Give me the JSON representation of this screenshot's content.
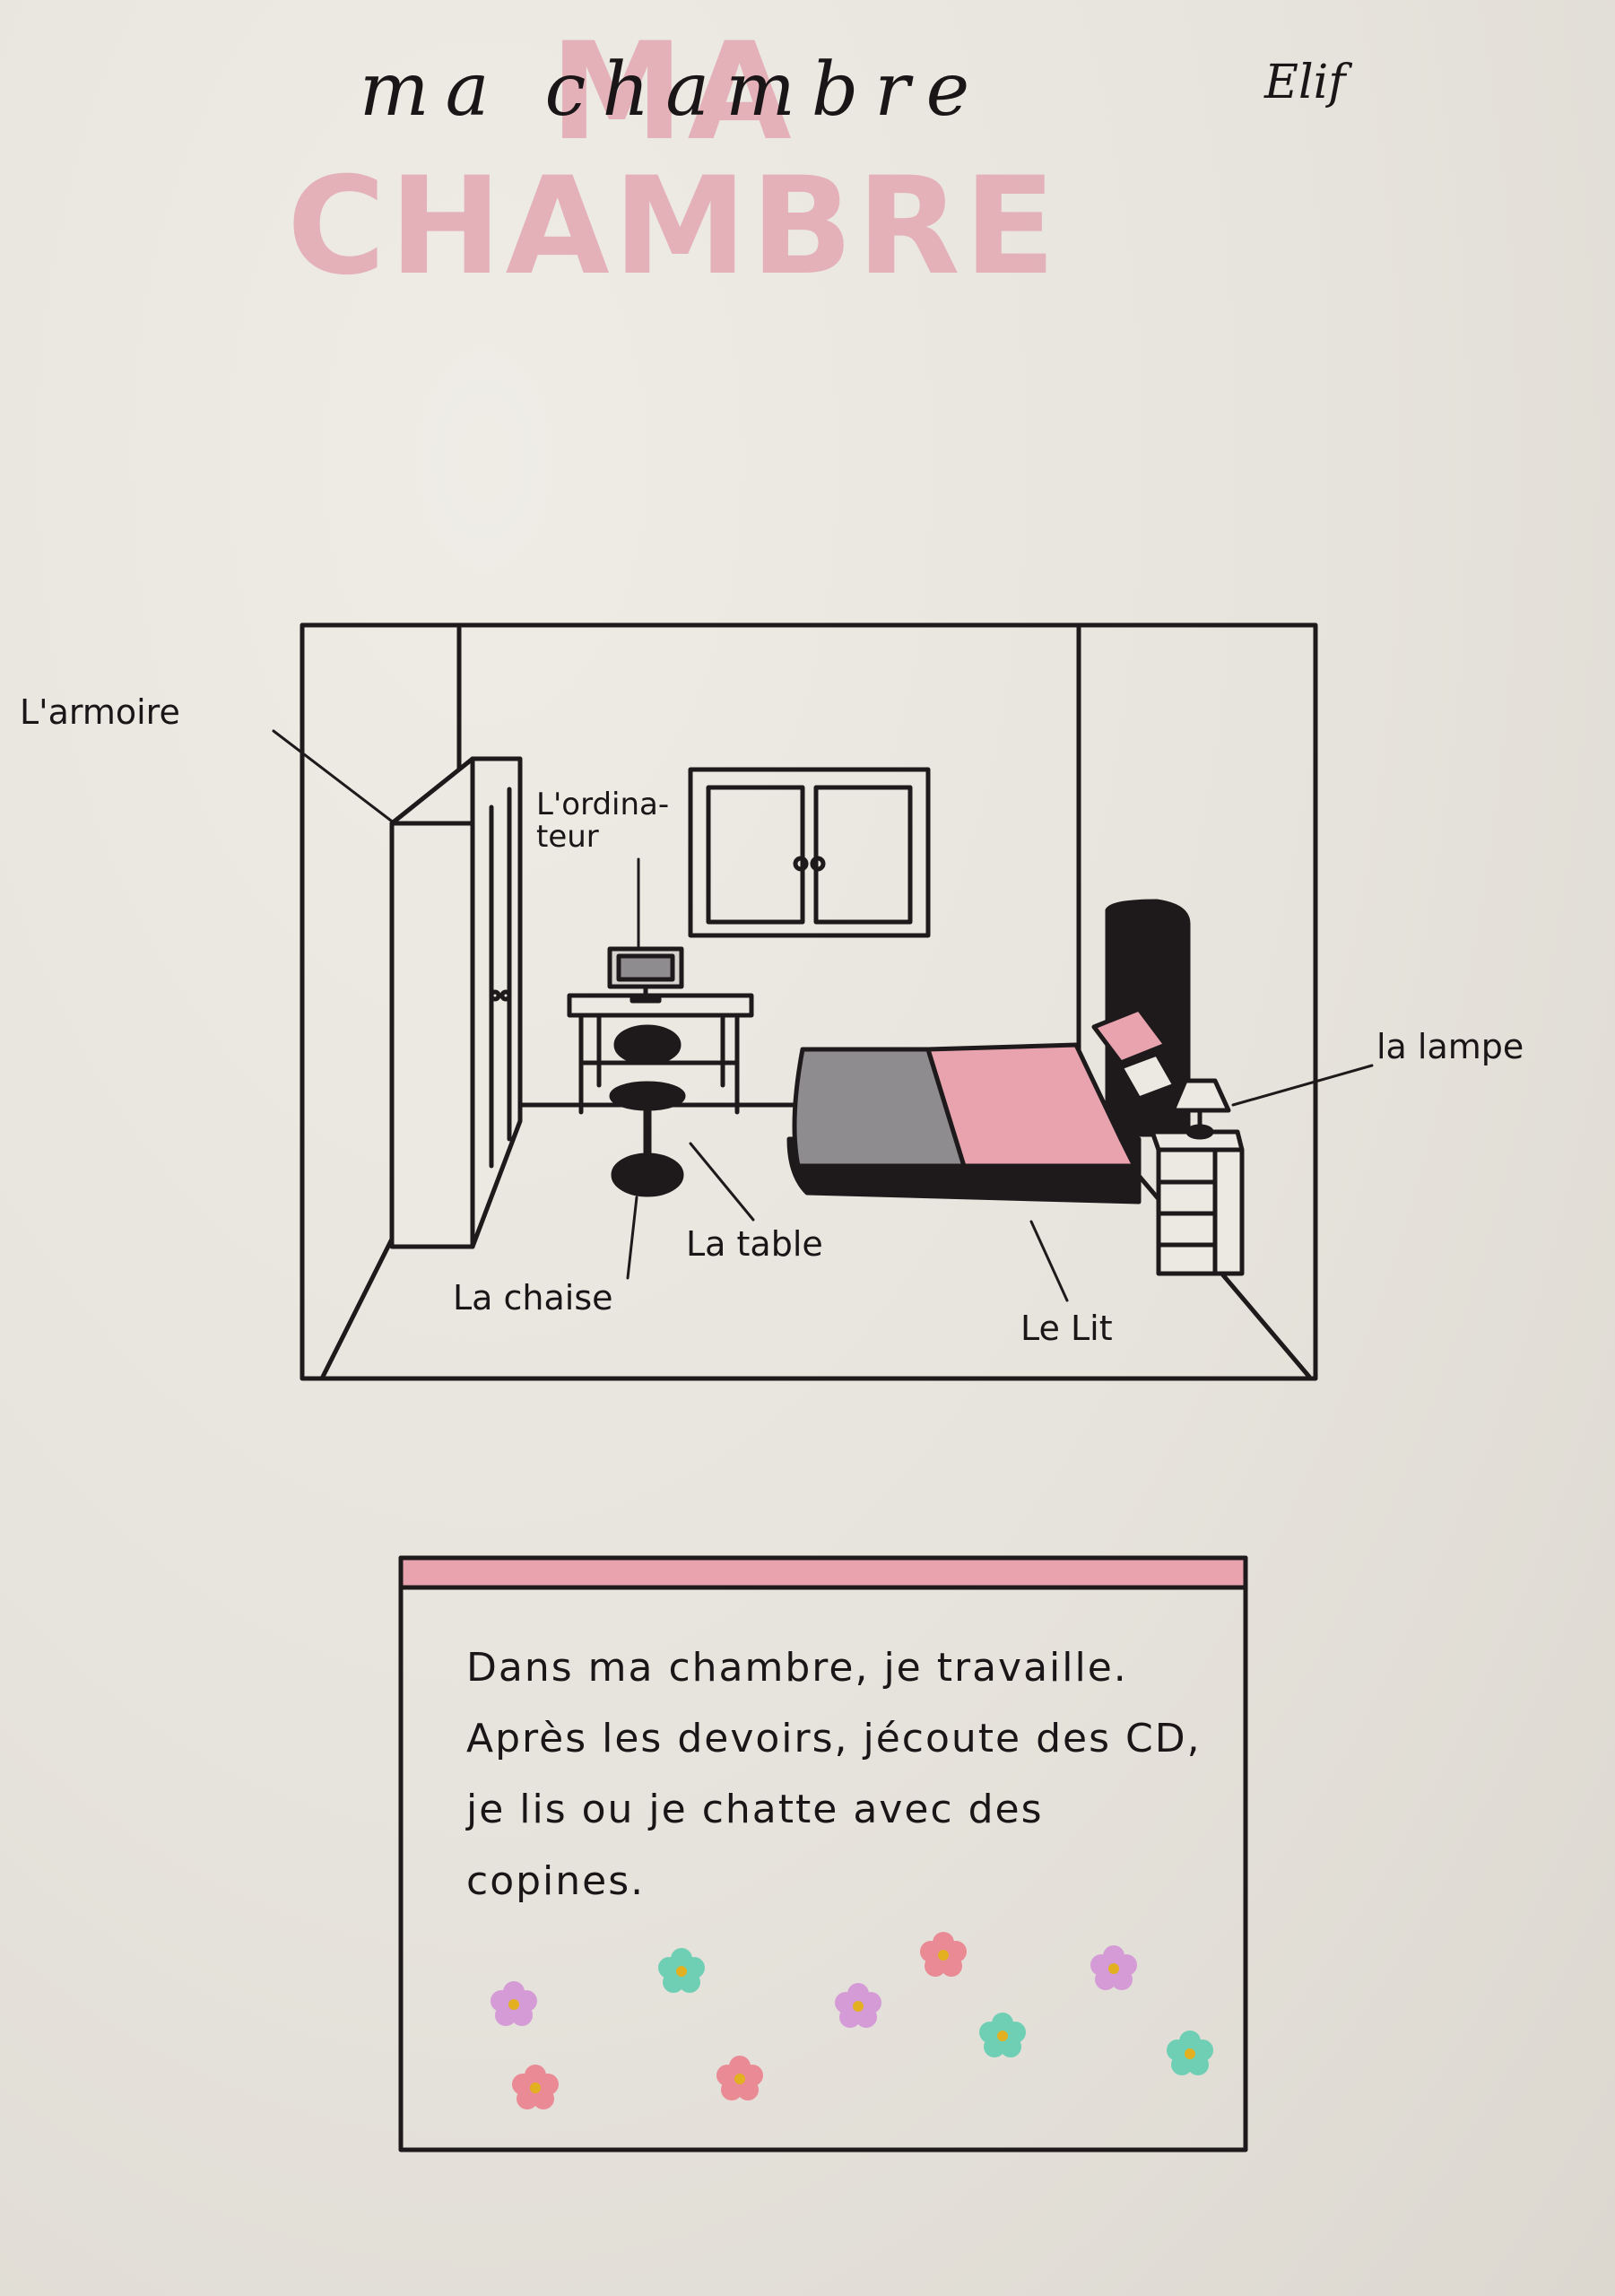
{
  "title": "MA CHAMBRE",
  "title_cursive": "ma chambre",
  "author": "Elif",
  "labels": {
    "armoire": "L'armoire",
    "ordinateur": "L'ordina-\nteur",
    "lampe": "la lampe",
    "chaise": "La chaise",
    "table": "La table",
    "lit": "Le Lit"
  },
  "description": "Dans ma chambre, je travaille. Après les devoirs, jécoute des CD, je lis ou je chatte avec des copines.",
  "colors": {
    "paper": "#e9e6df",
    "ink": "#1e1a1c",
    "pink": "#e8a3ae",
    "grey": "#8e8c8f",
    "flower_pink": "#e98a95",
    "flower_lilac": "#d59bd6",
    "flower_teal": "#6fcfb4"
  }
}
